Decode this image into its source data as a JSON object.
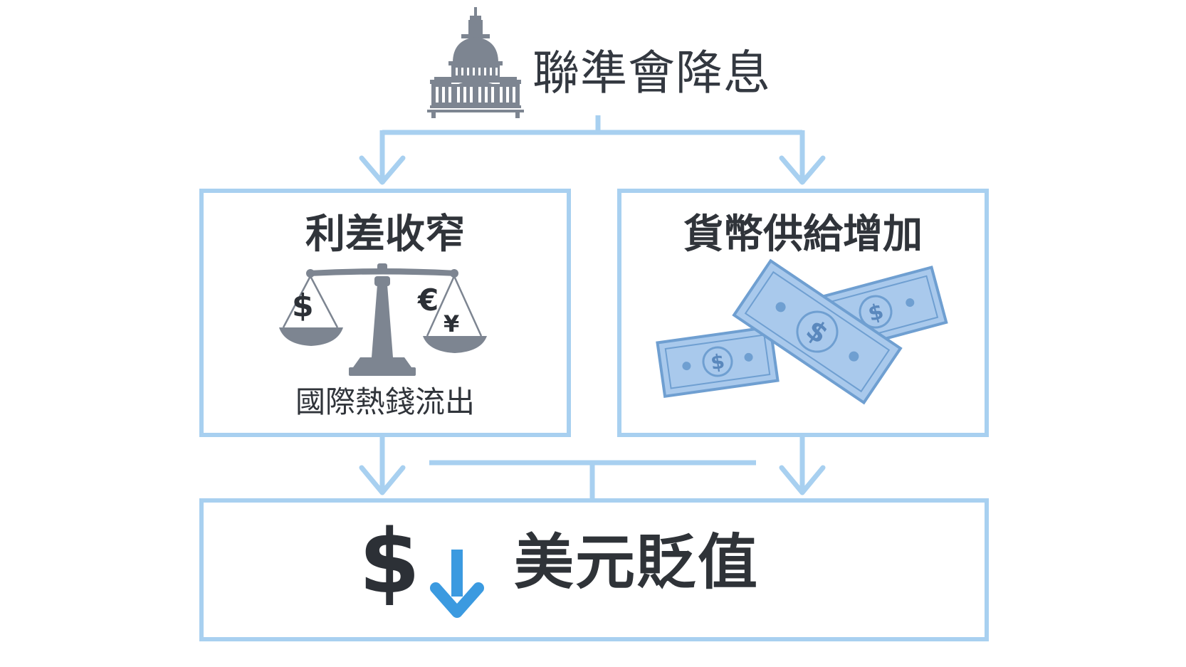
{
  "diagram": {
    "top": {
      "label": "聯準會降息",
      "icon": "capitol-building-icon"
    },
    "left_box": {
      "title": "利差收窄",
      "subtitle": "國際熱錢流出",
      "icon": "balance-scale-icon",
      "scale_symbols": [
        "$",
        "€",
        "¥"
      ]
    },
    "right_box": {
      "title": "貨幣供給增加",
      "icon": "money-bills-icon",
      "bill_symbol": "$"
    },
    "result": {
      "label": "美元貶值",
      "symbol": "$",
      "icon": "down-arrow-icon"
    }
  },
  "colors": {
    "connector": "#a8d0f0",
    "box_border": "#a8d0f0",
    "icon_gray": "#7d8591",
    "bill_fill": "#a9c9ec",
    "bill_stroke": "#6f9fd1",
    "arrow_accent": "#3b9ae0",
    "text": "#2f3338"
  }
}
